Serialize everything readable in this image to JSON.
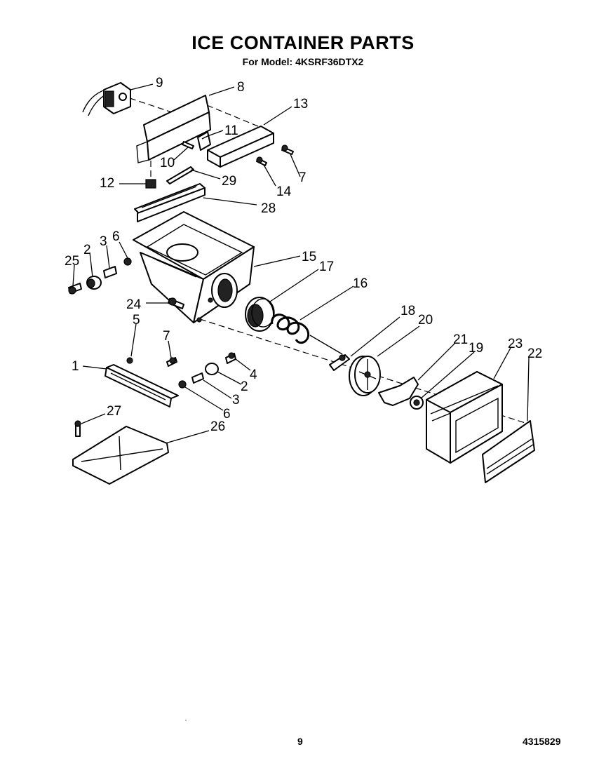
{
  "header": {
    "title": "ICE CONTAINER PARTS",
    "model_line": "For Model: 4KSRF36DTX2"
  },
  "footer": {
    "page_number": "9",
    "document_number": "4315829"
  },
  "callouts": [
    "9",
    "8",
    "13",
    "11",
    "10",
    "7",
    "29",
    "12",
    "14",
    "28",
    "15",
    "17",
    "16",
    "6",
    "3",
    "2",
    "25",
    "24",
    "5",
    "7",
    "18",
    "20",
    "21",
    "19",
    "23",
    "22",
    "1",
    "4",
    "2",
    "3",
    "6",
    "27",
    "26"
  ]
}
